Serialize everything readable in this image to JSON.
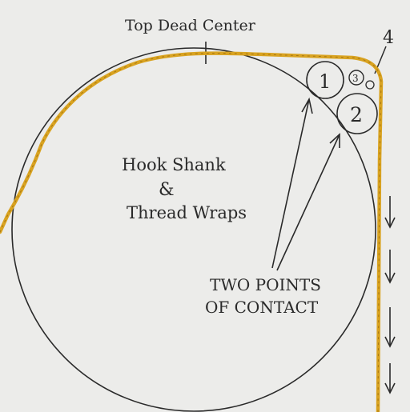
{
  "labels": {
    "top": "Top Dead Center",
    "shank_line1": "Hook Shank",
    "shank_amp": "&",
    "shank_line2": "Thread Wraps",
    "contact_line1": "TWO POINTS",
    "contact_line2": "OF CONTACT",
    "circle1": "1",
    "circle2": "2",
    "circle3": "3",
    "circle4": "4"
  },
  "colors": {
    "thread": "#d9a321",
    "ink": "#2a2a2a",
    "paper": "#ececea"
  }
}
